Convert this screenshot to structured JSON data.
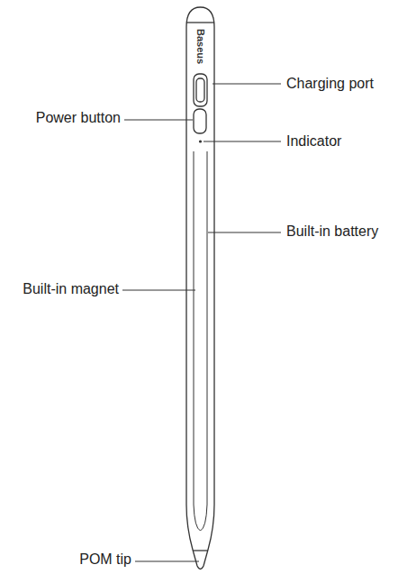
{
  "diagram": {
    "labels": [
      "Baseus",
      "Charging port",
      "Power button",
      "Indicator",
      "Built-in battery",
      "Built-in magnet",
      "POM tip"
    ]
  }
}
